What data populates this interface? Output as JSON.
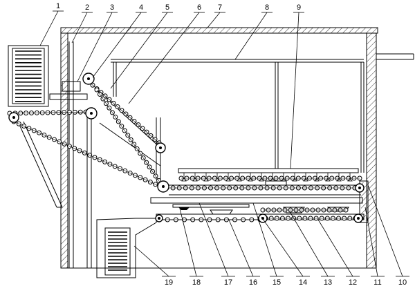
{
  "diagram": {
    "labels": [
      {
        "id": "1",
        "text": "1"
      },
      {
        "id": "2",
        "text": "2"
      },
      {
        "id": "3",
        "text": "3"
      },
      {
        "id": "4",
        "text": "4"
      },
      {
        "id": "5",
        "text": "5"
      },
      {
        "id": "6",
        "text": "6"
      },
      {
        "id": "7",
        "text": "7"
      },
      {
        "id": "8",
        "text": "8"
      },
      {
        "id": "9",
        "text": "9"
      },
      {
        "id": "10",
        "text": "10"
      },
      {
        "id": "11",
        "text": "11"
      },
      {
        "id": "12",
        "text": "12"
      },
      {
        "id": "13",
        "text": "13"
      },
      {
        "id": "14",
        "text": "14"
      },
      {
        "id": "15",
        "text": "15"
      },
      {
        "id": "16",
        "text": "16"
      },
      {
        "id": "17",
        "text": "17"
      },
      {
        "id": "18",
        "text": "18"
      },
      {
        "id": "19",
        "text": "19"
      }
    ]
  }
}
